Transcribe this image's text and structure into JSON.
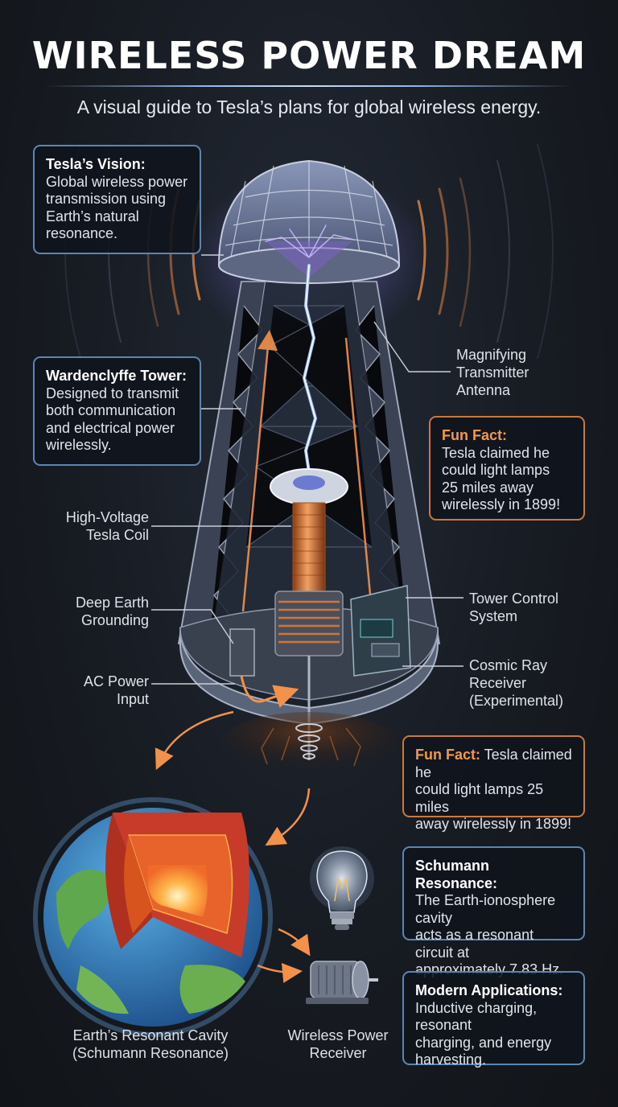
{
  "header": {
    "title": "WIRELESS POWER DREAM",
    "subtitle": "A visual guide to Tesla’s plans for global wireless energy."
  },
  "cards": {
    "vision": {
      "heading": "Tesla’s Vision:",
      "lines": [
        "Global wireless power",
        "transmission using",
        "Earth’s natural",
        "resonance."
      ]
    },
    "wardenclyffe": {
      "heading": "Wardenclyffe Tower:",
      "lines": [
        "Designed to transmit",
        "both communication",
        "and electrical power",
        "wirelessly."
      ]
    },
    "funfact1": {
      "heading": "Fun Fact:",
      "lines": [
        "Tesla claimed he",
        "could light lamps",
        "25 miles away",
        "wirelessly in 1899!"
      ]
    },
    "funfact2": {
      "heading": "Fun Fact:",
      "first_line_rest": " Tesla claimed he",
      "lines": [
        "could light lamps 25 miles",
        "away wirelessly in 1899!"
      ]
    },
    "schumann": {
      "heading": "Schumann Resonance:",
      "lines": [
        "The Earth-ionosphere cavity",
        "acts as a resonant circuit at",
        "approximately 7.83 Hz."
      ]
    },
    "modern": {
      "heading": "Modern Applications:",
      "lines": [
        "Inductive charging, resonant",
        "charging, and energy",
        "harvesting."
      ]
    }
  },
  "labels": {
    "antenna": [
      "Magnifying",
      "Transmitter",
      "Antenna"
    ],
    "coil": [
      "High-Voltage",
      "Tesla Coil"
    ],
    "grounding": [
      "Deep Earth",
      "Grounding"
    ],
    "ac_input": [
      "AC Power",
      "Input"
    ],
    "control": [
      "Tower Control",
      "System"
    ],
    "cosmic": [
      "Cosmic Ray",
      "Receiver",
      "(Experimental)"
    ],
    "earth": [
      "Earth’s Resonant Cavity",
      "(Schumann Resonance)"
    ],
    "receiver": [
      "Wireless Power",
      "Receiver"
    ]
  },
  "colors": {
    "card_border_blue": "#5b86b4",
    "card_border_orange": "#c77a3a",
    "accent_orange": "#f0994a",
    "lightning": "#a9c8ff",
    "copper": "#d0763a"
  }
}
